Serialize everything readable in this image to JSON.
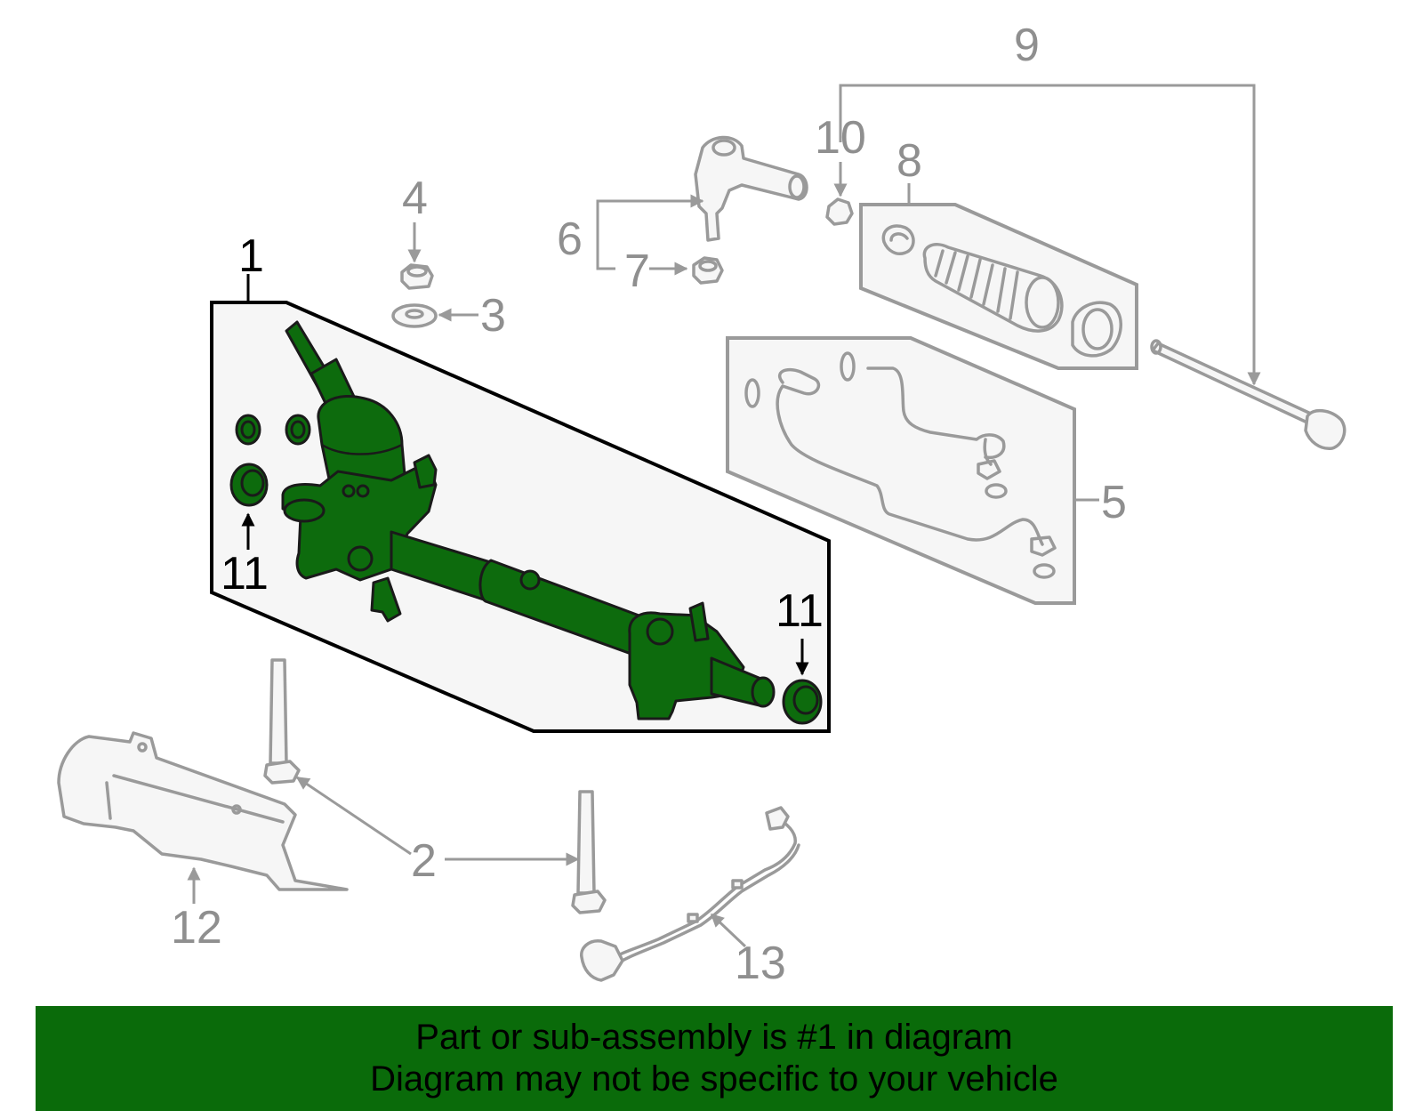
{
  "callouts": {
    "c1": "1",
    "c2": "2",
    "c3": "3",
    "c4": "4",
    "c5": "5",
    "c6": "6",
    "c7": "7",
    "c8": "8",
    "c9": "9",
    "c10": "10",
    "c11a": "11",
    "c11b": "11",
    "c12": "12",
    "c13": "13"
  },
  "highlighted_part": "1",
  "colors": {
    "highlight": "#0d6b0d",
    "banner_bg": "#0a6b0a",
    "parts_line": "#9a9a9a"
  },
  "banner": {
    "line1": "Part or sub-assembly is #1 in diagram",
    "line2": "Diagram may not be specific to your vehicle"
  }
}
